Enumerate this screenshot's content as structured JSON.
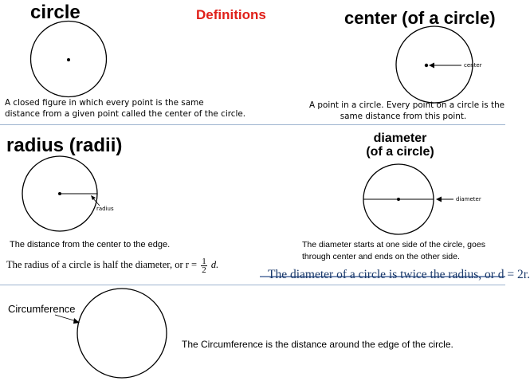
{
  "page": {
    "heading": "Definitions"
  },
  "circle": {
    "title": "circle",
    "definition_line1": "A closed figure in which every point is the same",
    "definition_line2": "distance from a given point called the center of the circle."
  },
  "center": {
    "title": "center (of a circle)",
    "arrow_label": "center",
    "definition_line1": "A point in a circle. Every point on a circle is the",
    "definition_line2": "same distance from this point."
  },
  "radius": {
    "title": "radius (radii)",
    "arrow_label": "radius",
    "description": "The distance from the center to the edge.",
    "formula_text": "The radius of a circle is half the diameter, or r =",
    "formula_numerator": "1",
    "formula_denominator": "2",
    "formula_tail": "d."
  },
  "diameter": {
    "title_line1": "diameter",
    "title_line2": "(of a circle)",
    "arrow_label": "diameter",
    "description_line1": "The diameter starts at one side of the circle, goes",
    "description_line2": "through center and ends on the other side.",
    "formula": "The diameter of a circle is twice the radius, or d = 2r."
  },
  "circumference": {
    "label": "Circumference",
    "description": "The Circumference is the distance around the edge of the circle."
  }
}
